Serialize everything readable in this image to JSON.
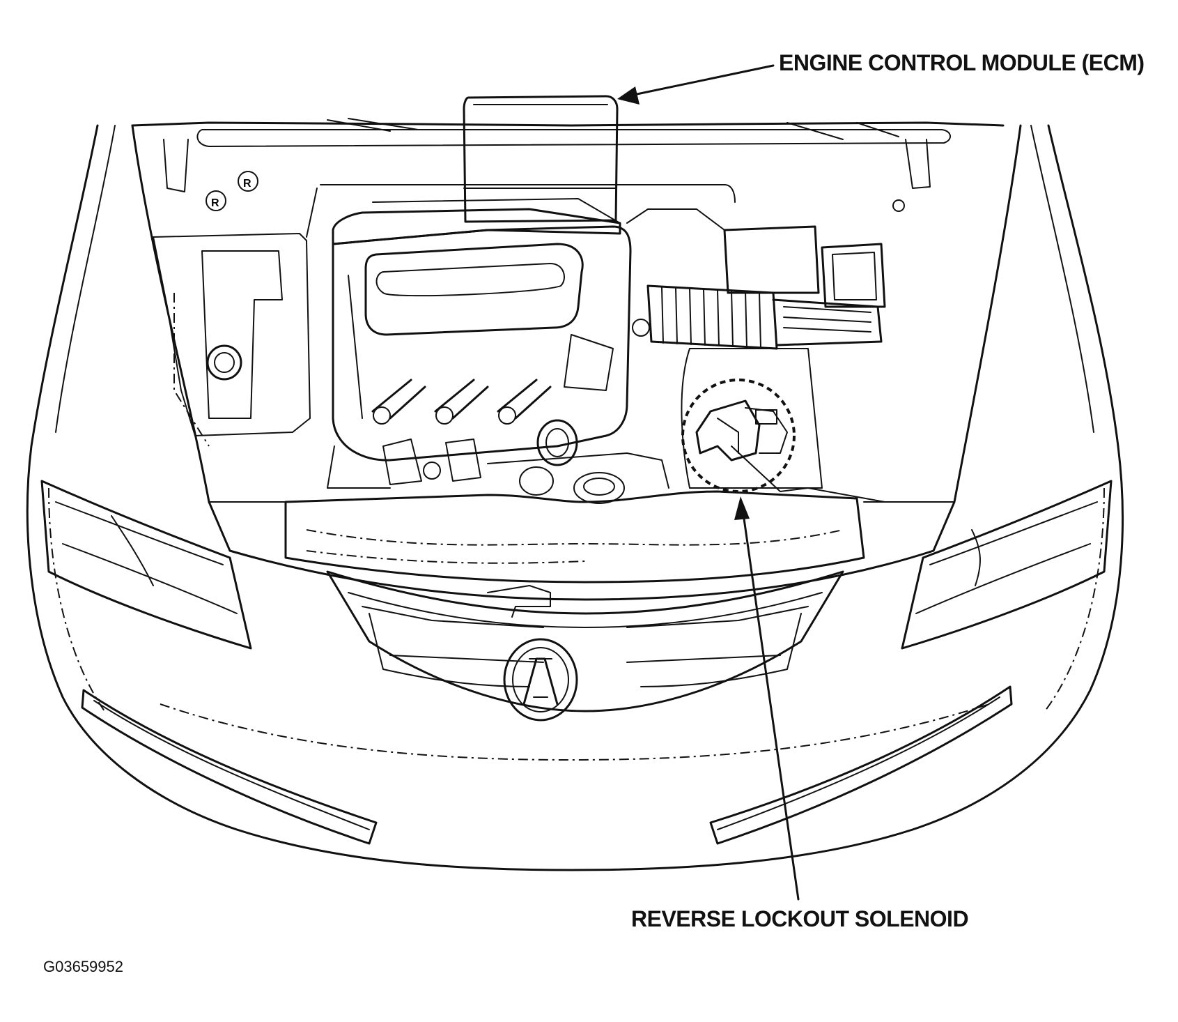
{
  "labels": {
    "ecm": "ENGINE CONTROL MODULE (ECM)",
    "solenoid": "REVERSE LOCKOUT SOLENOID",
    "figure_id": "G03659952"
  },
  "logo": "A"
}
